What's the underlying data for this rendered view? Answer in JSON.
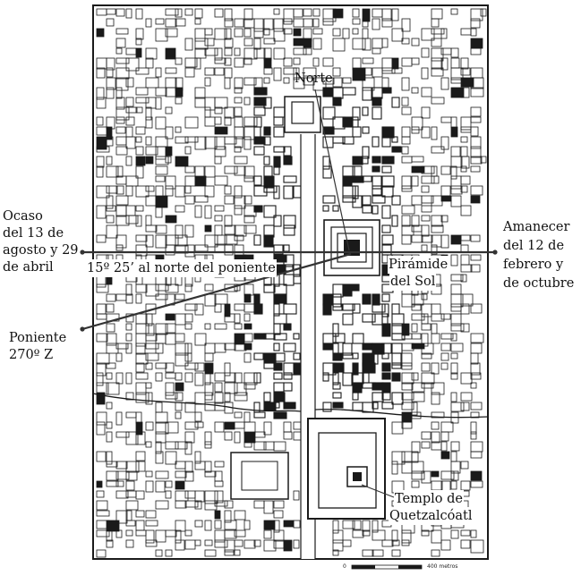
{
  "map": {
    "labels": {
      "north": "Norte",
      "sunset": [
        "Ocaso",
        "del 13 de",
        "agosto y 29",
        "de abril"
      ],
      "sunrise": [
        "Amanecer",
        "del 12 de",
        "febrero y 29",
        "de octubre"
      ],
      "angle": "15º 25’ al norte del poniente",
      "pyramid": [
        "Pirámide",
        "del Sol"
      ],
      "west": [
        "Poniente",
        "270º Z"
      ],
      "temple": [
        "Templo de",
        "Quetzalcóatl"
      ]
    },
    "scale": {
      "zero": "0",
      "distance": "400 metros"
    },
    "colors": {
      "ink": "#1a1a1a",
      "paper": "#ffffff"
    }
  }
}
